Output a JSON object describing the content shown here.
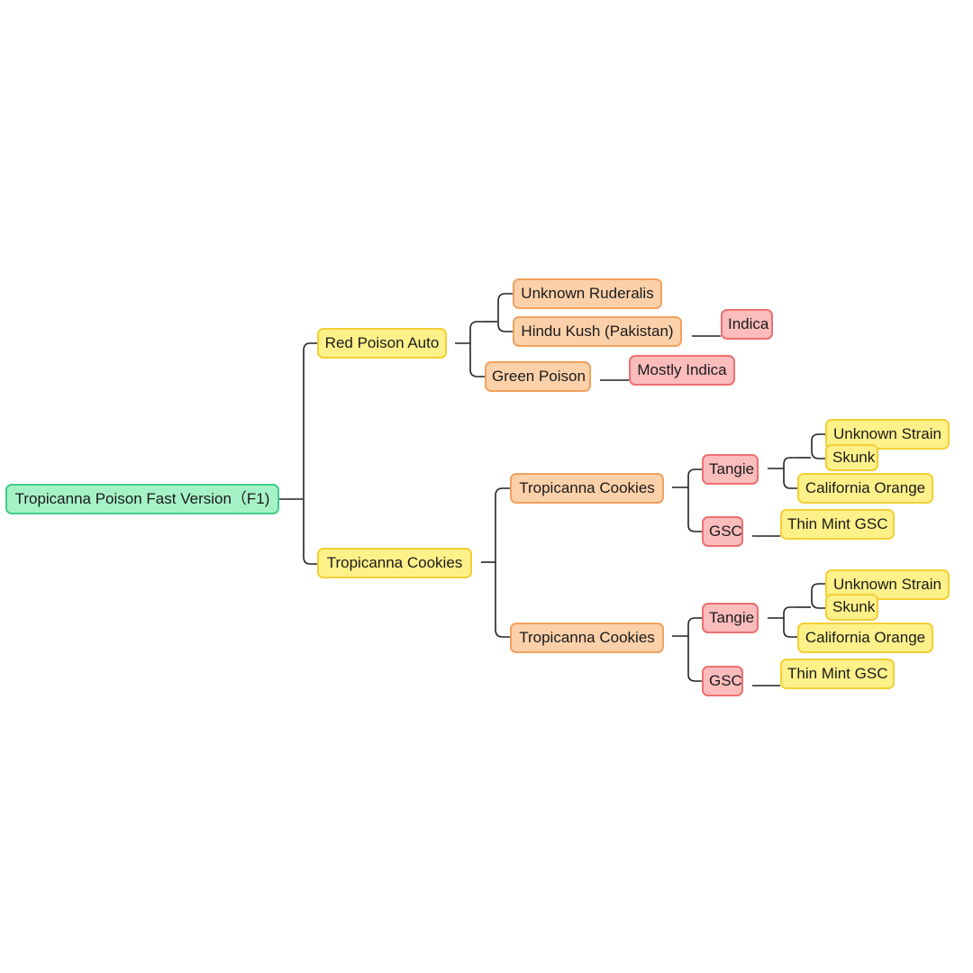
{
  "colors": {
    "root_fill": "#a6f2c7",
    "root_border": "#3fce8b",
    "yellow_fill": "#fff18a",
    "yellow_border": "#f2cf35",
    "orange_fill": "#fcd1aa",
    "orange_border": "#f1a15e",
    "pink_fill": "#fbbcbc",
    "pink_border": "#ee7070",
    "line": "#222222"
  },
  "nodes": {
    "root": "Tropicanna Poison Fast Version（F1)",
    "red_poison_auto": "Red Poison Auto",
    "unknown_ruderalis": "Unknown Ruderalis",
    "hindu_kush": "Hindu Kush (Pakistan)",
    "indica": "Indica",
    "green_poison": "Green Poison",
    "mostly_indica": "Mostly Indica",
    "tropicanna_cookies_l1": "Tropicanna Cookies",
    "tropicanna_cookies_a": "Tropicanna Cookies",
    "tangie_a": "Tangie",
    "unknown_strain_a": "Unknown Strain",
    "skunk_a": "Skunk",
    "california_orange_a": "California Orange",
    "gsc_a": "GSC",
    "thin_mint_gsc_a": "Thin Mint GSC",
    "tropicanna_cookies_b": "Tropicanna Cookies",
    "tangie_b": "Tangie",
    "unknown_strain_b": "Unknown Strain",
    "skunk_b": "Skunk",
    "california_orange_b": "California Orange",
    "gsc_b": "GSC",
    "thin_mint_gsc_b": "Thin Mint GSC"
  }
}
